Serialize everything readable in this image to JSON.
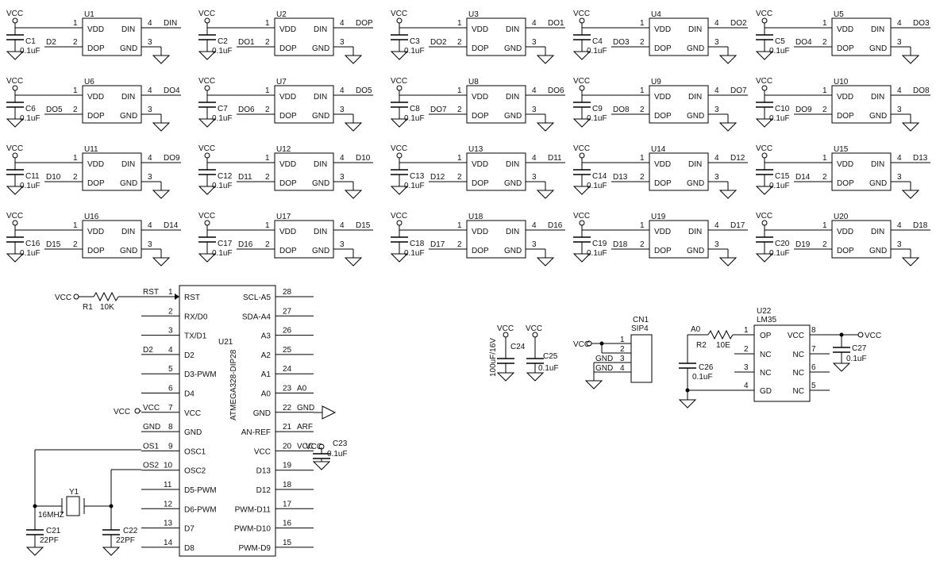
{
  "schematic": {
    "modules": [
      {
        "ref": "U1",
        "cap": "C1",
        "cap_val": "0.1uF",
        "vcc": "VCC",
        "din": "DIN",
        "dout": "D2"
      },
      {
        "ref": "U2",
        "cap": "C2",
        "cap_val": "0.1uF",
        "vcc": "VCC",
        "din": "DOP",
        "dout": "DO1"
      },
      {
        "ref": "U3",
        "cap": "C3",
        "cap_val": "0.1uF",
        "vcc": "VCC",
        "din": "DO1",
        "dout": "DO2"
      },
      {
        "ref": "U4",
        "cap": "C4",
        "cap_val": "0.1uF",
        "vcc": "VCC",
        "din": "DO2",
        "dout": "DO3"
      },
      {
        "ref": "U5",
        "cap": "C5",
        "cap_val": "0.1uF",
        "vcc": "VCC",
        "din": "DO3",
        "dout": "DO4"
      },
      {
        "ref": "U6",
        "cap": "C6",
        "cap_val": "0.1uF",
        "vcc": "VCC",
        "din": "DO4",
        "dout": "DO5"
      },
      {
        "ref": "U7",
        "cap": "C7",
        "cap_val": "0.1uF",
        "vcc": "VCC",
        "din": "DO5",
        "dout": "DO6"
      },
      {
        "ref": "U8",
        "cap": "C8",
        "cap_val": "0.1uF",
        "vcc": "VCC",
        "din": "DO6",
        "dout": "DO7"
      },
      {
        "ref": "U9",
        "cap": "C9",
        "cap_val": "0.1uF",
        "vcc": "VCC",
        "din": "DO7",
        "dout": "DO8"
      },
      {
        "ref": "U10",
        "cap": "C10",
        "cap_val": "0.1uF",
        "vcc": "VCC",
        "din": "DO8",
        "dout": "DO9"
      },
      {
        "ref": "U11",
        "cap": "C11",
        "cap_val": "0.1uF",
        "vcc": "VCC",
        "din": "DO9",
        "dout": "D10"
      },
      {
        "ref": "U12",
        "cap": "C12",
        "cap_val": "0.1uF",
        "vcc": "VCC",
        "din": "D10",
        "dout": "D11"
      },
      {
        "ref": "U13",
        "cap": "C13",
        "cap_val": "0.1uF",
        "vcc": "VCC",
        "din": "D11",
        "dout": "D12"
      },
      {
        "ref": "U14",
        "cap": "C14",
        "cap_val": "0.1uF",
        "vcc": "VCC",
        "din": "D12",
        "dout": "D13"
      },
      {
        "ref": "U15",
        "cap": "C15",
        "cap_val": "0.1uF",
        "vcc": "VCC",
        "din": "D13",
        "dout": "D14"
      },
      {
        "ref": "U16",
        "cap": "C16",
        "cap_val": "0.1uF",
        "vcc": "VCC",
        "din": "D14",
        "dout": "D15"
      },
      {
        "ref": "U17",
        "cap": "C17",
        "cap_val": "0.1uF",
        "vcc": "VCC",
        "din": "D15",
        "dout": "D16"
      },
      {
        "ref": "U18",
        "cap": "C18",
        "cap_val": "0.1uF",
        "vcc": "VCC",
        "din": "D16",
        "dout": "D17"
      },
      {
        "ref": "U19",
        "cap": "C19",
        "cap_val": "0.1uF",
        "vcc": "VCC",
        "din": "D17",
        "dout": "D18"
      },
      {
        "ref": "U20",
        "cap": "C20",
        "cap_val": "0.1uF",
        "vcc": "VCC",
        "din": "D18",
        "dout": "D19"
      }
    ],
    "module_pins": {
      "vdd": "VDD",
      "din": "DIN",
      "dop": "DOP",
      "gnd": "GND",
      "n1": "1",
      "n2": "2",
      "n3": "3",
      "n4": "4"
    },
    "mcu": {
      "ref": "U21",
      "part": "ATMEGA328-DIP28",
      "left_pins": [
        {
          "num": "1",
          "name": "RST",
          "net": "RST"
        },
        {
          "num": "2",
          "name": "RX/D0",
          "net": ""
        },
        {
          "num": "3",
          "name": "TX/D1",
          "net": ""
        },
        {
          "num": "4",
          "name": "D2",
          "net": "D2"
        },
        {
          "num": "5",
          "name": "D3-PWM",
          "net": ""
        },
        {
          "num": "6",
          "name": "D4",
          "net": ""
        },
        {
          "num": "7",
          "name": "VCC",
          "net": "VCC"
        },
        {
          "num": "8",
          "name": "GND",
          "net": "GND"
        },
        {
          "num": "9",
          "name": "OSC1",
          "net": "OS1"
        },
        {
          "num": "10",
          "name": "OSC2",
          "net": "OS2"
        },
        {
          "num": "11",
          "name": "D5-PWM",
          "net": ""
        },
        {
          "num": "12",
          "name": "D6-PWM",
          "net": ""
        },
        {
          "num": "13",
          "name": "D7",
          "net": ""
        },
        {
          "num": "14",
          "name": "D8",
          "net": ""
        }
      ],
      "right_pins": [
        {
          "num": "28",
          "name": "SCL-A5",
          "net": ""
        },
        {
          "num": "27",
          "name": "SDA-A4",
          "net": ""
        },
        {
          "num": "26",
          "name": "A3",
          "net": ""
        },
        {
          "num": "25",
          "name": "A2",
          "net": ""
        },
        {
          "num": "24",
          "name": "A1",
          "net": ""
        },
        {
          "num": "23",
          "name": "A0",
          "net": "A0"
        },
        {
          "num": "22",
          "name": "GND",
          "net": "GND"
        },
        {
          "num": "21",
          "name": "AN-REF",
          "net": "ARF"
        },
        {
          "num": "20",
          "name": "VCC",
          "net": "VCC"
        },
        {
          "num": "19",
          "name": "D13",
          "net": ""
        },
        {
          "num": "18",
          "name": "D12",
          "net": ""
        },
        {
          "num": "17",
          "name": "PWM-D11",
          "net": ""
        },
        {
          "num": "16",
          "name": "PWM-D10",
          "net": ""
        },
        {
          "num": "15",
          "name": "PWM-D9",
          "net": ""
        }
      ]
    },
    "reset": {
      "port": "VCC",
      "ref": "R1",
      "val": "10K"
    },
    "mcu_vcc_port": "VCC",
    "c23": {
      "ref": "C23",
      "val": "0.1uF",
      "port": "VCC"
    },
    "crystal": {
      "ref": "Y1",
      "val": "16MHZ"
    },
    "c21": {
      "ref": "C21",
      "val": "22PF"
    },
    "c22": {
      "ref": "C22",
      "val": "22PF"
    },
    "c24": {
      "ref": "C24",
      "val": "100uF/16V",
      "vcc": "VCC"
    },
    "c25": {
      "ref": "C25",
      "val": "0.1uF",
      "vcc": "VCC"
    },
    "cn1": {
      "ref": "CN1",
      "part": "SIP4",
      "port": "VCC",
      "pins": [
        "1",
        "2",
        "3",
        "4"
      ],
      "gnd3": "GND",
      "gnd4": "GND"
    },
    "sensor": {
      "ref": "U22",
      "part": "LM35",
      "r2": {
        "ref": "R2",
        "val": "10E"
      },
      "net_a0": "A0",
      "c26": {
        "ref": "C26",
        "val": "0.1uF"
      },
      "c27": {
        "ref": "C27",
        "val": "0.1uF"
      },
      "port": "VCC",
      "pins_left": [
        {
          "num": "1",
          "name": "OP"
        },
        {
          "num": "2",
          "name": "NC"
        },
        {
          "num": "3",
          "name": "NC"
        },
        {
          "num": "4",
          "name": "GD"
        }
      ],
      "pins_right": [
        {
          "num": "8",
          "name": "VCC"
        },
        {
          "num": "7",
          "name": "NC"
        },
        {
          "num": "6",
          "name": "NC"
        },
        {
          "num": "5",
          "name": "NC"
        }
      ]
    }
  }
}
